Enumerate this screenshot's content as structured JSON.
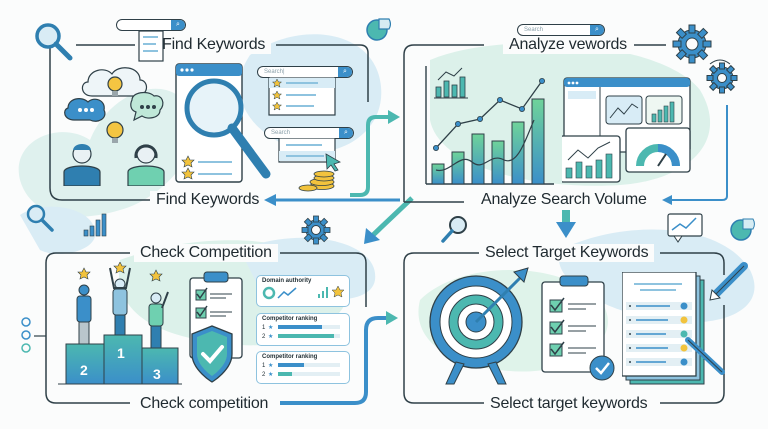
{
  "diagram": {
    "subject": "Keyword research workflow",
    "colors": {
      "primary_blue": "#3b8fc9",
      "teal": "#4cb8b0",
      "green": "#6fd39a",
      "light_blob": "#d6ecf3",
      "outline": "#2f4048",
      "star": "#f2c33d"
    },
    "panels": [
      {
        "id": "find",
        "title_top": "Find Keywords",
        "title_bottom": "Find Keywords",
        "search_top": "",
        "search1": "Search|",
        "search2": "Search"
      },
      {
        "id": "analyze",
        "title_top": "Analyze vewords",
        "title_bottom": "Analyze Search Volume",
        "search_top": "Search"
      },
      {
        "id": "competition",
        "title_top": "Check Competition",
        "title_bottom": "Check competition",
        "cards": [
          {
            "label": "Domain authority"
          },
          {
            "label": "Competitor ranking",
            "rows": [
              "1",
              "2"
            ]
          },
          {
            "label": "Competitor ranking",
            "rows": [
              "1",
              "2"
            ]
          }
        ],
        "podium": [
          "2",
          "1",
          "3"
        ]
      },
      {
        "id": "select",
        "title_top": "Select Target Keywords",
        "title_bottom": "Select target keywords"
      }
    ]
  }
}
